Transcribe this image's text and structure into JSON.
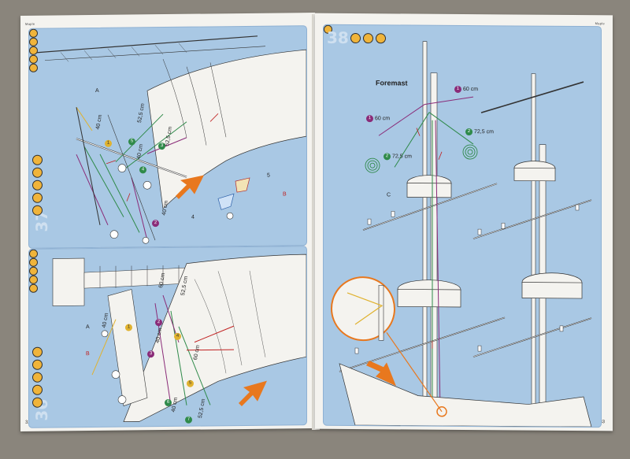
{
  "spread": {
    "left_header": "Maple",
    "right_header": "Maple",
    "left_page_number": "32",
    "right_page_number": "33"
  },
  "step37": {
    "number": "37",
    "labels": {
      "a": "A",
      "b": "B",
      "four": "4",
      "five": "5"
    },
    "measures": [
      {
        "badge": "5",
        "text": "52,5 cm",
        "color": "green"
      },
      {
        "badge": "4",
        "text": "40 cm",
        "color": "green"
      },
      {
        "badge": "3",
        "text": "52,5 cm",
        "color": "green"
      },
      {
        "badge": "2",
        "text": "40 cm",
        "color": "purple"
      },
      {
        "badge": "1",
        "text": "40 cm",
        "color": "yellow"
      }
    ]
  },
  "step36": {
    "number": "36",
    "labels": {
      "a": "A",
      "b": "B"
    },
    "measures": [
      {
        "badge": "1",
        "text": "40 cm",
        "color": "yellow"
      },
      {
        "badge": "2",
        "text": "60 cm",
        "color": "purple"
      },
      {
        "badge": "3",
        "text": "40 cm",
        "color": "purple"
      },
      {
        "badge": "4",
        "text": "52,5 cm",
        "color": "yellow"
      },
      {
        "badge": "5",
        "text": "60 cm",
        "color": "yellow"
      },
      {
        "badge": "6",
        "text": "40 cm",
        "color": "green"
      },
      {
        "badge": "7",
        "text": "52,5 cm",
        "color": "green"
      }
    ]
  },
  "step38": {
    "number": "38",
    "title": "Foremast",
    "labels": {
      "c": "C"
    },
    "measures": [
      {
        "badge": "1",
        "text": "60 cm",
        "color": "purple"
      },
      {
        "badge": "1",
        "text": "60 cm",
        "color": "purple"
      },
      {
        "badge": "2",
        "text": "72,5 cm",
        "color": "green"
      },
      {
        "badge": "2",
        "text": "72,5 cm",
        "color": "green"
      }
    ]
  },
  "colors": {
    "panel_blue": "#a9c8e4",
    "glue_orange": "#f0b43a",
    "rope_green": "#2f8a4a",
    "rope_purple": "#8a2b78",
    "arrow_orange": "#e8781e"
  }
}
